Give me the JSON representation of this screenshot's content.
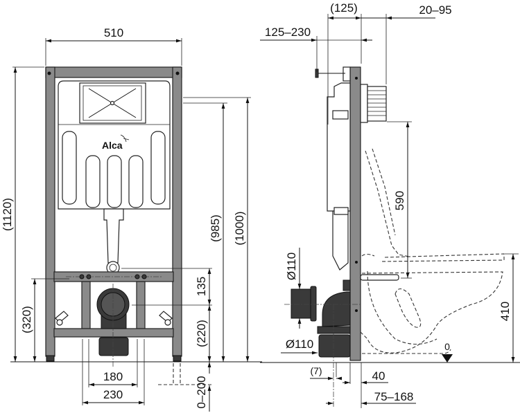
{
  "brand": {
    "logo_text": "Alca"
  },
  "front_view": {
    "dimensions": {
      "width": "510",
      "total_height": "(1120)",
      "height_985": "(985)",
      "height_1000": "(1000)",
      "height_320": "(320)",
      "height_135": "135",
      "height_220": "(220)",
      "leg_extension": "0–200",
      "spacing_180": "180",
      "spacing_230": "230"
    }
  },
  "side_view": {
    "dimensions": {
      "depth_125": "(125)",
      "range_20_95": "20–95",
      "range_125_230": "125–230",
      "height_590": "590",
      "height_410": "410",
      "diameter_top": "Ø110",
      "diameter_bottom": "Ø110",
      "offset_7": "(7)",
      "offset_40": "40",
      "range_75_168": "75–168",
      "floor_level": "0"
    }
  }
}
